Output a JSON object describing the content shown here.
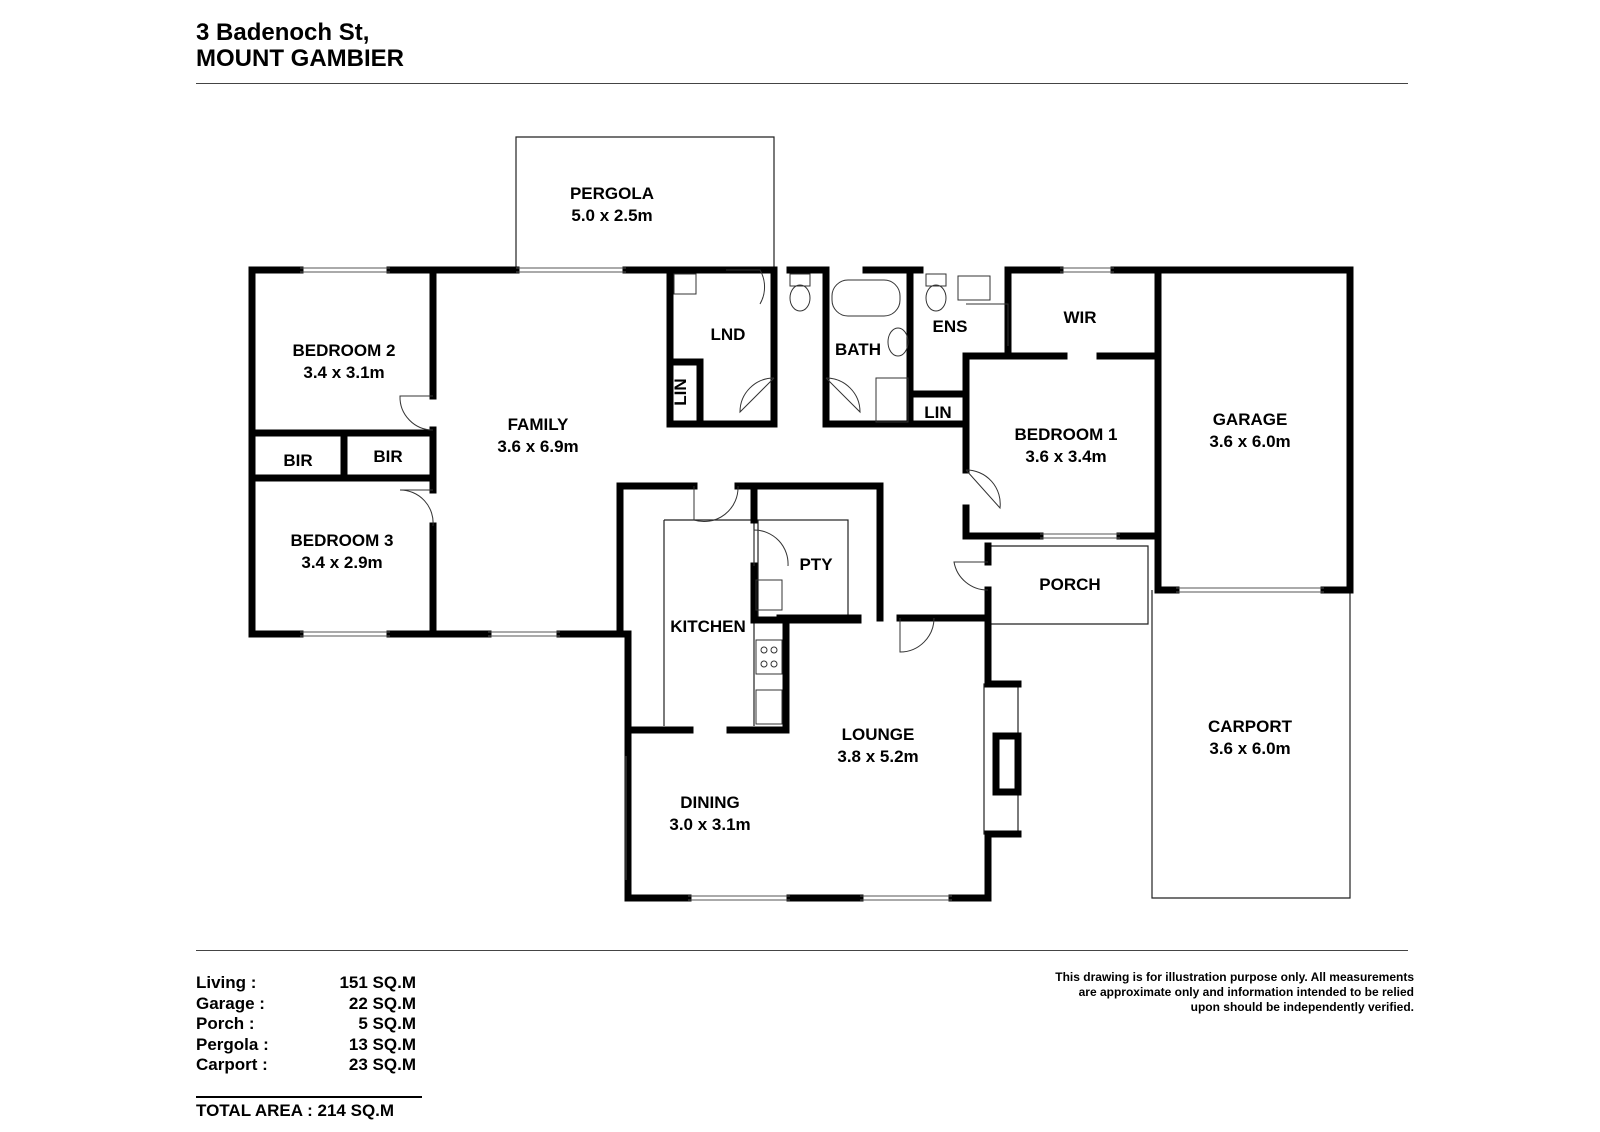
{
  "header": {
    "address_line1": "3 Badenoch St,",
    "address_line2": "MOUNT GAMBIER"
  },
  "rooms": {
    "pergola": {
      "name": "PERGOLA",
      "size": "5.0 x 2.5m"
    },
    "bedroom2": {
      "name": "BEDROOM 2",
      "size": "3.4 x 3.1m"
    },
    "bir1": {
      "name": "BIR"
    },
    "bir2": {
      "name": "BIR"
    },
    "bedroom3": {
      "name": "BEDROOM 3",
      "size": "3.4 x 2.9m"
    },
    "family": {
      "name": "FAMILY",
      "size": "3.6 x 6.9m"
    },
    "lnd": {
      "name": "LND"
    },
    "lin1": {
      "name": "LIN"
    },
    "bath": {
      "name": "BATH"
    },
    "ens": {
      "name": "ENS"
    },
    "lin2": {
      "name": "LIN"
    },
    "wir": {
      "name": "WIR"
    },
    "bedroom1": {
      "name": "BEDROOM 1",
      "size": "3.6 x 3.4m"
    },
    "garage": {
      "name": "GARAGE",
      "size": "3.6 x 6.0m"
    },
    "pty": {
      "name": "PTY"
    },
    "kitchen": {
      "name": "KITCHEN"
    },
    "porch": {
      "name": "PORCH"
    },
    "lounge": {
      "name": "LOUNGE",
      "size": "3.8 x 5.2m"
    },
    "dining": {
      "name": "DINING",
      "size": "3.0 x 3.1m"
    },
    "carport": {
      "name": "CARPORT",
      "size": "3.6 x 6.0m"
    }
  },
  "areas": [
    {
      "label": "Living :",
      "value": "151 SQ.M"
    },
    {
      "label": "Garage :",
      "value": "22 SQ.M"
    },
    {
      "label": "Porch :",
      "value": "5 SQ.M"
    },
    {
      "label": "Pergola :",
      "value": "13 SQ.M"
    },
    {
      "label": "Carport :",
      "value": "23 SQ.M"
    }
  ],
  "total_area": "TOTAL AREA : 214 SQ.M",
  "disclaimer": {
    "line1": "This drawing is for illustration purpose only. All measurements",
    "line2": "are approximate only and information intended to be relied",
    "line3": "upon should be independently verified."
  }
}
